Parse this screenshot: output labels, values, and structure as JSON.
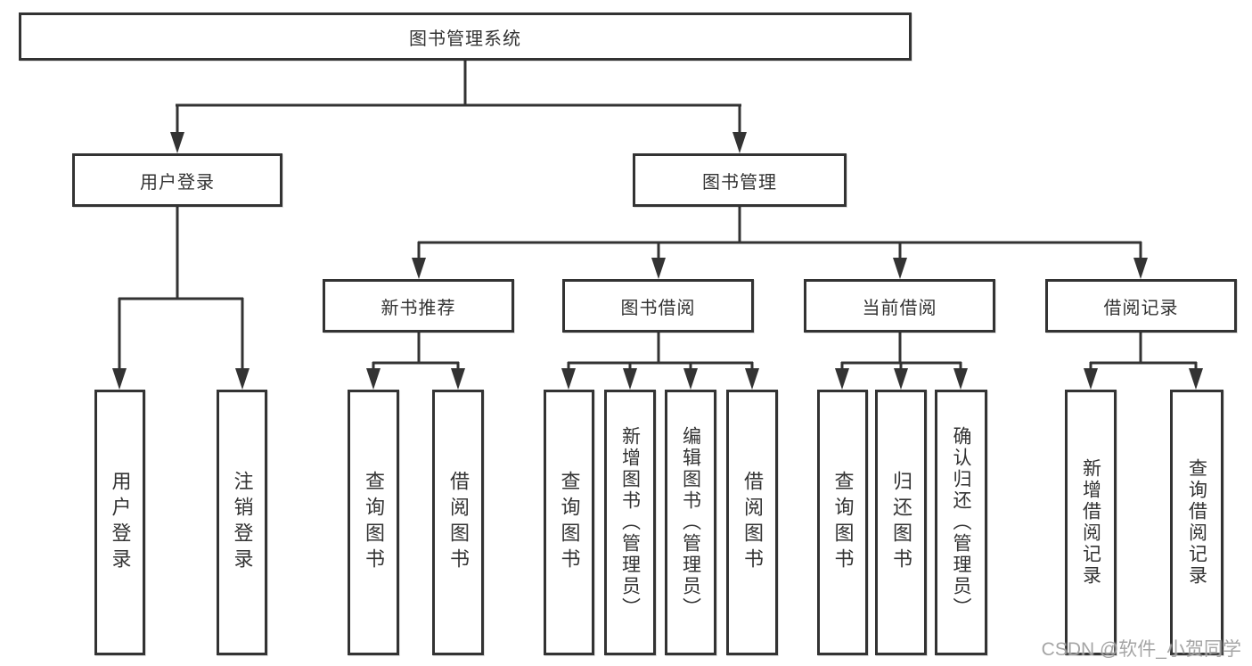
{
  "diagram": {
    "title": "图书管理系统",
    "tree": {
      "root": "图书管理系统",
      "level1": [
        {
          "label": "用户登录",
          "leaves": [
            "用户登录",
            "注销登录"
          ]
        },
        {
          "label": "图书管理",
          "groups": [
            {
              "label": "新书推荐",
              "leaves": [
                "查询图书",
                "借阅图书"
              ]
            },
            {
              "label": "图书借阅",
              "leaves": [
                "查询图书",
                "新增图书（管理员）",
                "编辑图书（管理员）",
                "借阅图书"
              ]
            },
            {
              "label": "当前借阅",
              "leaves": [
                "查询图书",
                "归还图书",
                "确认归还（管理员）"
              ]
            },
            {
              "label": "借阅记录",
              "leaves": [
                "新增借阅记录",
                "查询借阅记录"
              ]
            }
          ]
        }
      ]
    },
    "colors": {
      "line": "#333333",
      "box_border": "#333333",
      "text": "#333333",
      "background": "#ffffff",
      "watermark": "#9b9b9b"
    },
    "watermark": "CSDN @软件_小贺同学"
  }
}
